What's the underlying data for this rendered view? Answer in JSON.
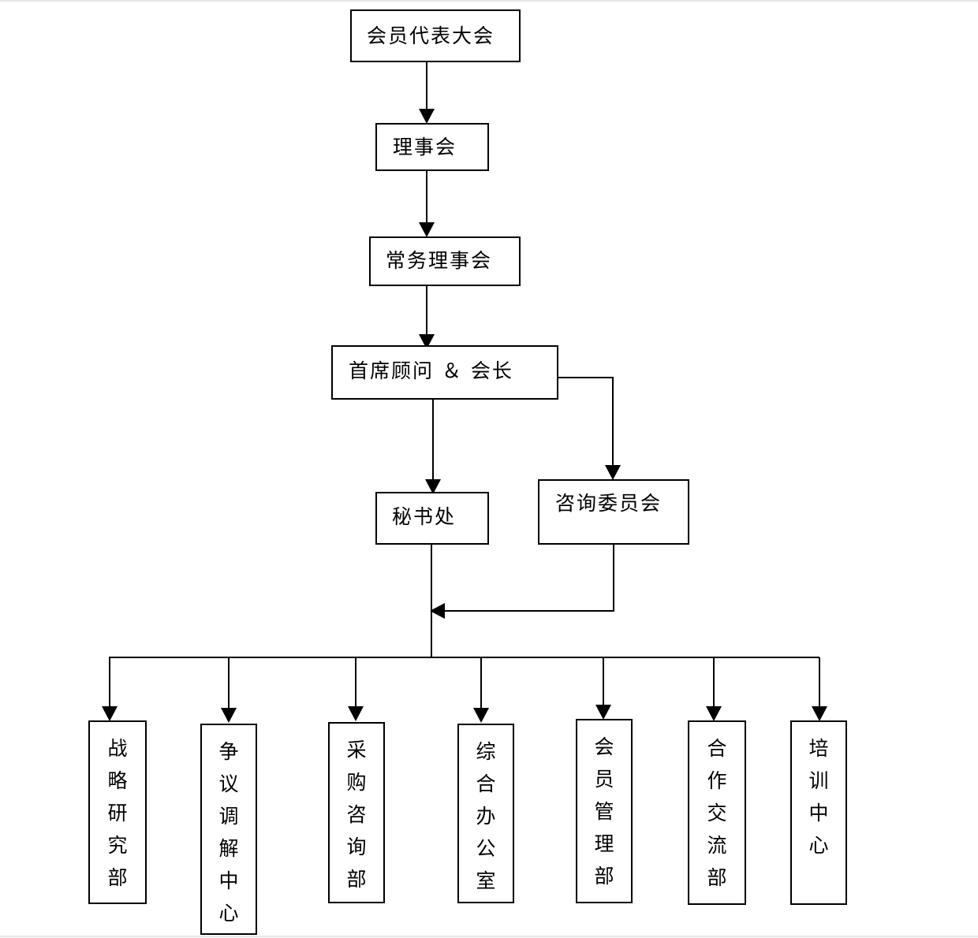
{
  "org_chart": {
    "levels": {
      "general_assembly": "会员代表大会",
      "council": "理事会",
      "standing_council": "常务理事会",
      "leadership": "首席顾问 ＆ 会长",
      "secretariat": "秘书处",
      "advisory_committee": "咨询委员会"
    },
    "departments": [
      "战略研究部",
      "争议调解中心",
      "采购咨询部",
      "综合办公室",
      "会员管理部",
      "合作交流部",
      "培训中心"
    ]
  },
  "style": {
    "line_color": "#000000",
    "box_border_color": "#000000",
    "background": "#ffffff"
  }
}
